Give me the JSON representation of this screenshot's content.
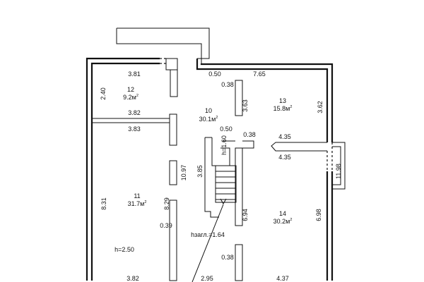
{
  "rooms": [
    {
      "number": "12",
      "area": "9.2м",
      "sup": "2"
    },
    {
      "number": "10",
      "area": "30.1м",
      "sup": "2"
    },
    {
      "number": "13",
      "area": "15.8м",
      "sup": "2"
    },
    {
      "number": "11",
      "area": "31.7м",
      "sup": "2"
    },
    {
      "number": "14",
      "area": "30.2м",
      "sup": "2"
    }
  ],
  "dimensions": {
    "d381": "3.81",
    "d240": "2.40",
    "d050a": "0.50",
    "d765": "7.65",
    "d038a": "0.38",
    "d363": "3.63",
    "d362": "3.62",
    "d382": "3.82",
    "d383": "3.83",
    "d050b": "0.50",
    "d038b": "0.38",
    "d160": "1.60",
    "d435a": "4.35",
    "d435b": "4.35",
    "d385": "3.85",
    "d1097": "10.97",
    "d1198": "11.98",
    "d831": "8.31",
    "d829": "8.29",
    "d694": "6.94",
    "d698": "6.98",
    "d039": "0.39",
    "d038c": "0.38",
    "d382b": "3.82",
    "d295": "2.95",
    "d437": "4.37"
  },
  "heights": {
    "h_label": "h=2.50",
    "h_small": "h=1.60",
    "hzagl": "hзагл.=1.64"
  }
}
